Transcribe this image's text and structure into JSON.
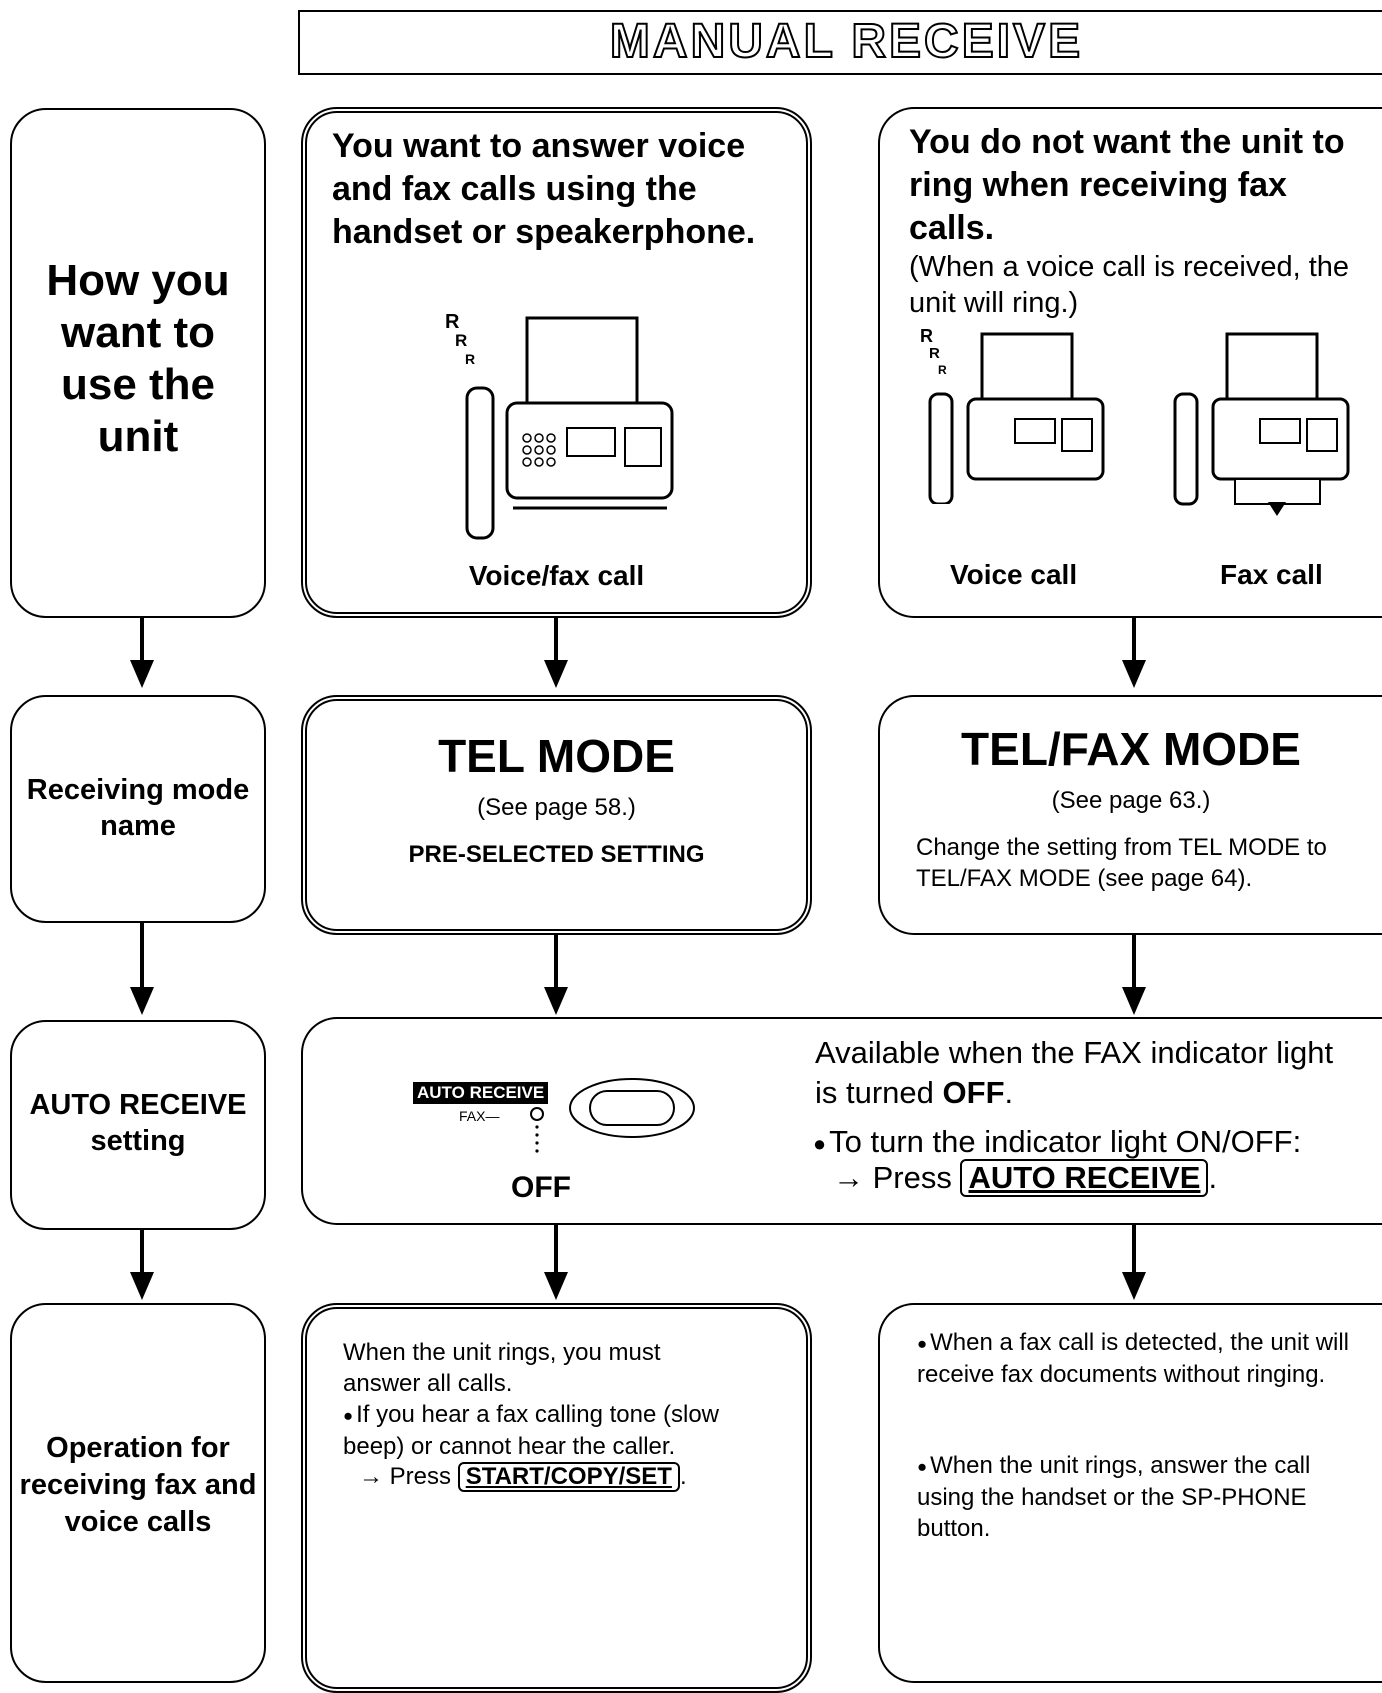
{
  "header": {
    "title": "MANUAL RECEIVE"
  },
  "rows": {
    "row1_label": "How you want to use the unit",
    "row2_label": "Receiving mode name",
    "row3_label": "AUTO RECEIVE setting",
    "row4_label": "Operation for receiving fax and voice calls"
  },
  "tel_column": {
    "use_text": "You want to answer voice and fax calls using the handset or speakerphone.",
    "illustration_caption": "Voice/fax call",
    "mode_name": "TEL MODE",
    "page_ref": "(See page 58.)",
    "preselected": "PRE-SELECTED SETTING",
    "operation_intro": "When the unit rings, you must answer all calls.",
    "operation_bullet": "If you hear a fax calling tone (slow beep) or cannot hear the caller.",
    "operation_press": "→ Press",
    "operation_key": "START/COPY/SET",
    "operation_end": "."
  },
  "telfax_column": {
    "use_text": "You do not want the unit to ring when receiving fax calls.",
    "use_note": "(When a voice call is received, the unit will ring.)",
    "caption_voice": "Voice call",
    "caption_fax": "Fax call",
    "mode_name": "TEL/FAX MODE",
    "page_ref": "(See page 63.)",
    "change_note": "Change the setting from TEL MODE to TEL/FAX MODE (see page 64).",
    "operation_bullet_1": "When a fax call is detected, the unit will receive fax documents without ringing.",
    "operation_bullet_2": "When the unit rings, answer the call using the handset or the SP-PHONE button."
  },
  "auto_receive": {
    "panel_label": "AUTO RECEIVE",
    "fax_label": "FAX",
    "state": "OFF",
    "available_text": "Available when the FAX indicator light is turned",
    "available_bold": "OFF",
    "available_end": ".",
    "toggle_text": "To turn the indicator light ON/OFF:",
    "press_text": "→ Press",
    "press_key": "AUTO RECEIVE",
    "press_end": "."
  },
  "ring_letters": [
    "R",
    "R",
    "R"
  ],
  "icons": [
    "fax-machine-icon",
    "handset-icon",
    "down-arrow-icon"
  ]
}
